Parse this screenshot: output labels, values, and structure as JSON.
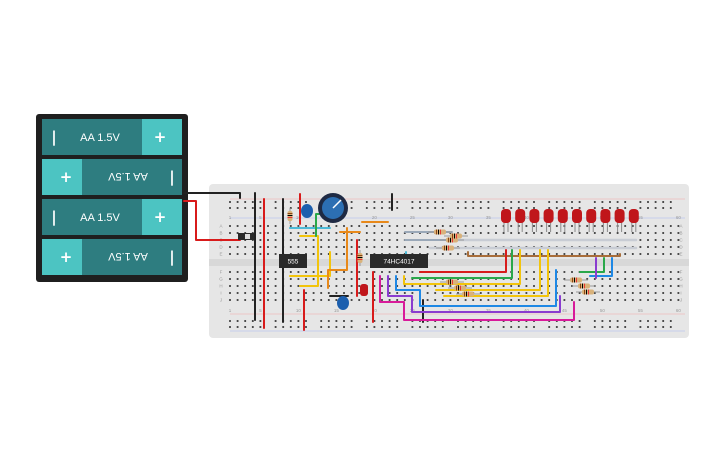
{
  "battery_pack": {
    "cells": [
      {
        "label": "AA 1.5V",
        "orientation": "normal",
        "plus": "+",
        "minus": "|"
      },
      {
        "label": "AA 1.5V",
        "orientation": "flipped",
        "plus": "+",
        "minus": "|"
      },
      {
        "label": "AA 1.5V",
        "orientation": "normal",
        "plus": "+",
        "minus": "|"
      },
      {
        "label": "AA 1.5V",
        "orientation": "flipped",
        "plus": "+",
        "minus": "|"
      }
    ]
  },
  "chips": {
    "timer_label": "555",
    "counter_label": "74HC4017"
  },
  "breadboard": {
    "column_numbers": [
      "1",
      "5",
      "10",
      "15",
      "20",
      "25",
      "30",
      "35",
      "40",
      "45",
      "50",
      "55",
      "60"
    ],
    "row_letters_top": [
      "A",
      "B",
      "C",
      "D",
      "E"
    ],
    "row_letters_bottom": [
      "F",
      "G",
      "H",
      "I",
      "J"
    ]
  },
  "leds": {
    "count": 10,
    "color": "#c0161b"
  },
  "colors": {
    "battery_body": "#2e7d80",
    "battery_cap": "#4cc4c2",
    "battery_case": "#1f1f1f",
    "breadboard": "#e6e6e6",
    "chip": "#2a2a2a",
    "wire_red": "#d81b1b",
    "wire_black": "#222222"
  }
}
